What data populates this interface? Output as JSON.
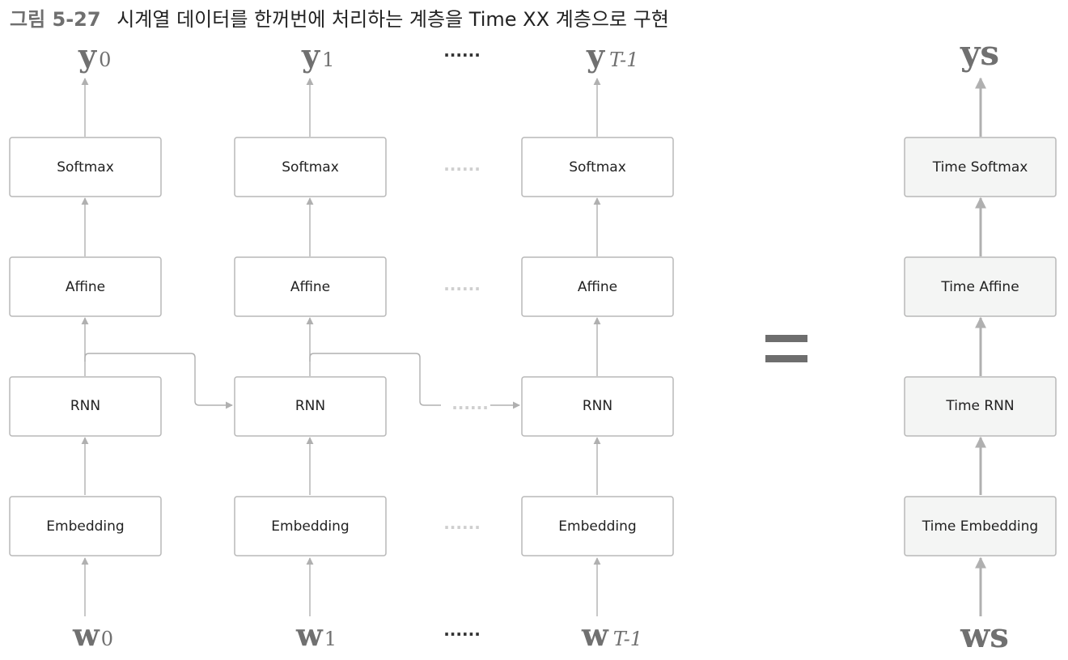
{
  "title": {
    "figure_label": "그림 5-27",
    "caption": "시계열 데이터를 한꺼번에 처리하는 계층을 Time XX 계층으로 구현"
  },
  "columns": [
    {
      "output": {
        "var": "y",
        "sub": "0"
      },
      "input": {
        "var": "w",
        "sub": "0"
      },
      "layers": [
        "Softmax",
        "Affine",
        "RNN",
        "Embedding"
      ]
    },
    {
      "output": {
        "var": "y",
        "sub": "1"
      },
      "input": {
        "var": "w",
        "sub": "1"
      },
      "layers": [
        "Softmax",
        "Affine",
        "RNN",
        "Embedding"
      ]
    },
    {
      "output": {
        "var": "y",
        "sub": "T-1"
      },
      "input": {
        "var": "w",
        "sub": "T-1"
      },
      "layers": [
        "Softmax",
        "Affine",
        "RNN",
        "Embedding"
      ]
    }
  ],
  "ellipsis": "......",
  "equals": "=",
  "time_layers": {
    "output": "ys",
    "input": "ws",
    "layers": [
      "Time Softmax",
      "Time Affine",
      "Time RNN",
      "Time Embedding"
    ]
  },
  "colors": {
    "box_border": "#b8b8b8",
    "time_box_fill": "#f4f5f4",
    "arrow": "#b0b0b0",
    "variable_text": "#707070",
    "equals_sign": "#6e6e6e"
  }
}
